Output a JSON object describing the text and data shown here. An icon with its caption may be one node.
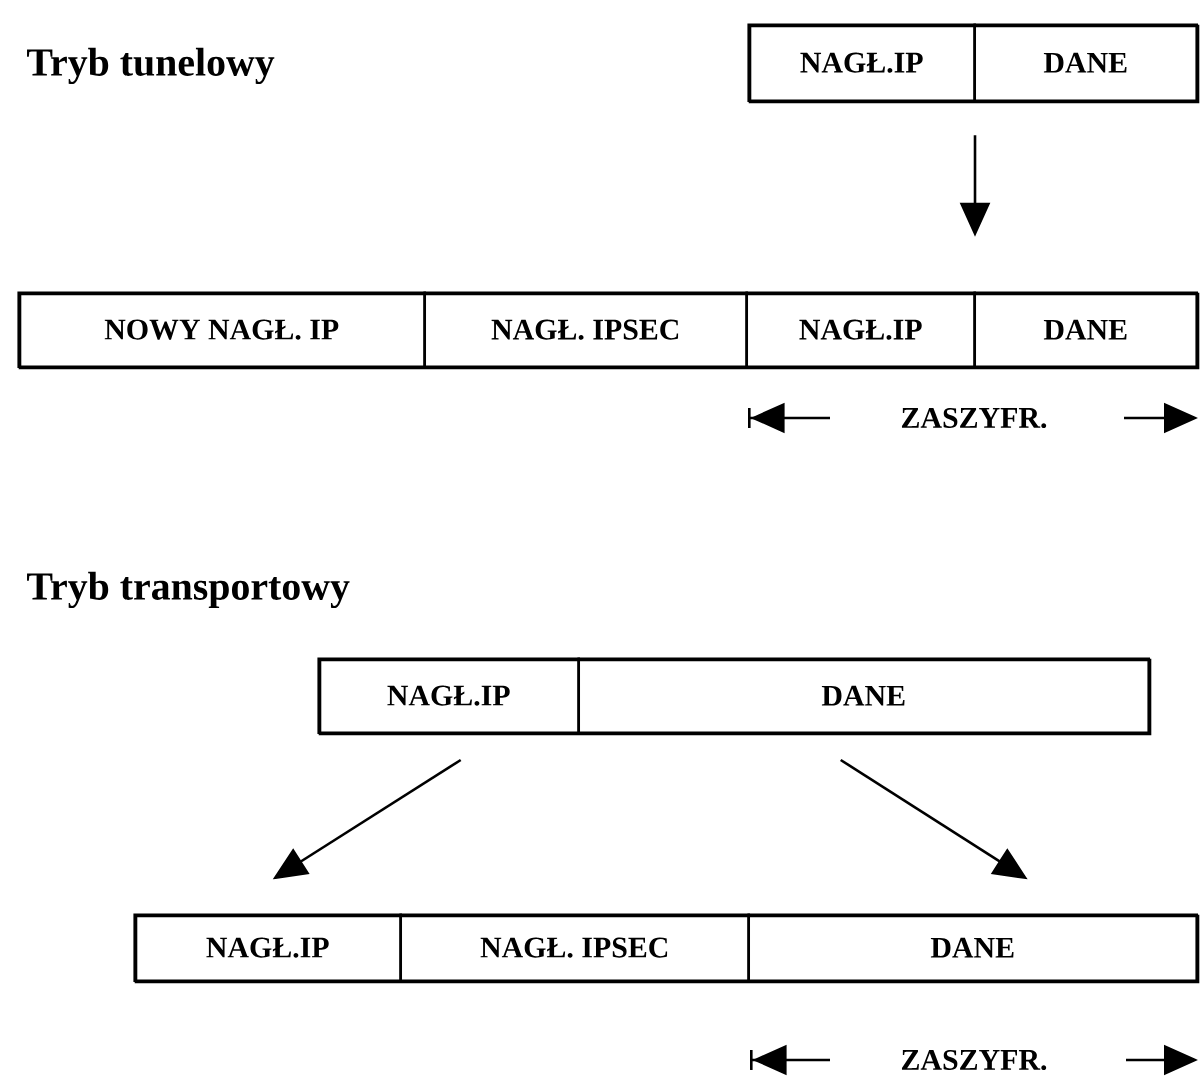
{
  "diagram": {
    "nodes": [
      {
        "text": [],
        "shape": "box"
      },
      {
        "text": [
          "NAGŁ.IP"
        ],
        "in": 0
      },
      {
        "text": [
          "DANE"
        ],
        "in": 0
      },
      {
        "text": [],
        "shape": "box"
      },
      {
        "text": [
          "NOWY NAGŁ. IP"
        ],
        "in": 3
      },
      {
        "text": [
          "NAGŁ. IPSEC"
        ],
        "in": 3
      },
      {
        "text": [
          "NAGŁ.IP"
        ],
        "in": 3
      },
      {
        "text": [
          "DANE"
        ],
        "in": 3
      },
      {
        "text": [],
        "shape": "box"
      },
      {
        "text": [
          "NAGŁ.IP"
        ],
        "in": 8
      },
      {
        "text": [
          "DANE"
        ],
        "in": 8
      },
      {
        "text": [],
        "shape": "box"
      },
      {
        "text": [
          "NAGŁ.IP"
        ],
        "in": 11
      },
      {
        "text": [
          "NAGŁ. IPSEC"
        ],
        "in": 11
      },
      {
        "text": [
          "DANE"
        ],
        "in": 11
      }
    ],
    "edges": [
      {
        "from": 0,
        "to": 3,
        "arrow": "to"
      },
      {
        "from": 9,
        "to": 12,
        "arrow": "to"
      },
      {
        "from": 10,
        "to": 14,
        "arrow": "to"
      }
    ],
    "labels": [
      "Tryb tunelowy",
      "ZASZYFR.",
      "Tryb transportowy",
      "ZASZYFR."
    ]
  }
}
